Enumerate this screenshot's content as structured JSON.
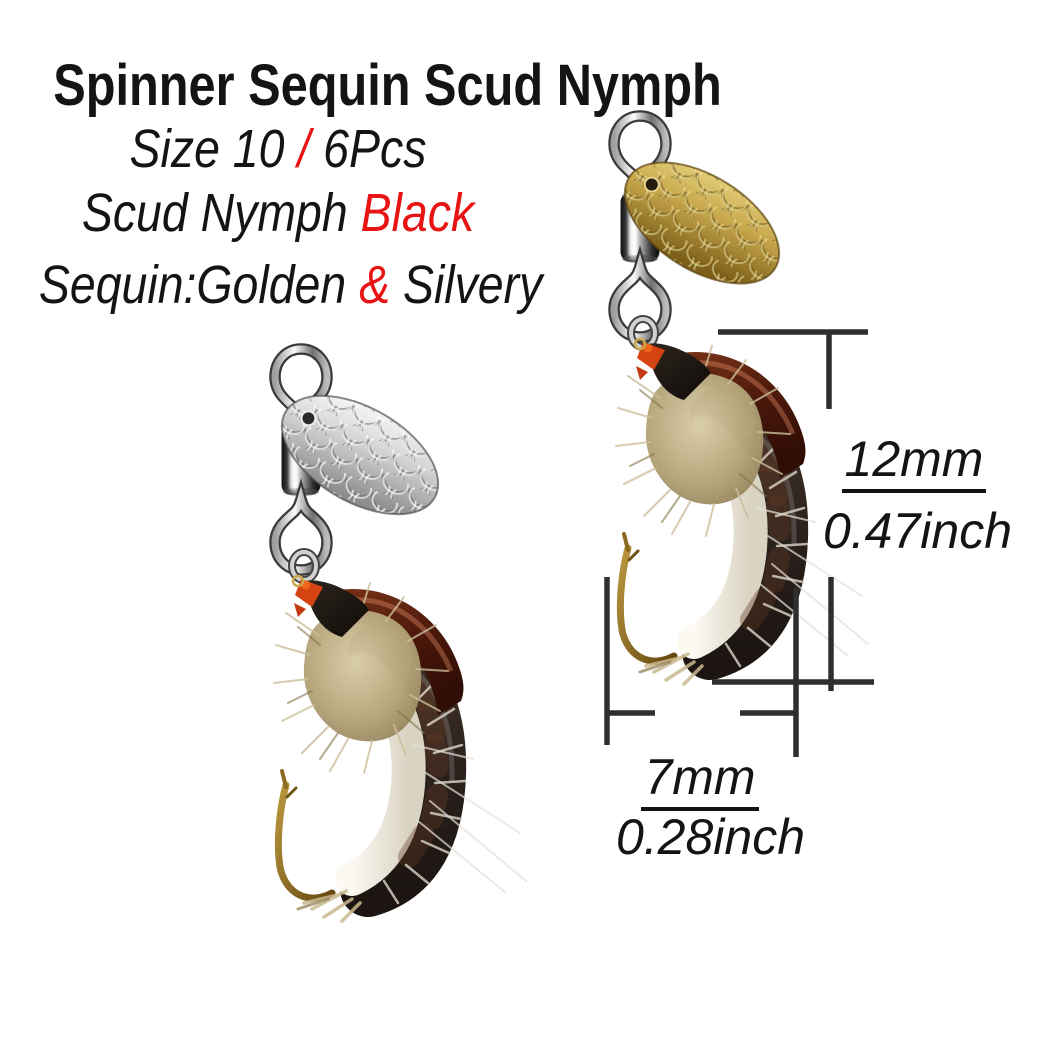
{
  "product": {
    "title": "Spinner Sequin Scud Nymph",
    "size_line": {
      "pre": "Size 10 ",
      "red": "/",
      "post": " 6Pcs"
    },
    "type_line": {
      "pre": "Scud Nymph ",
      "red": "Black",
      "post": ""
    },
    "sequin_line": {
      "pre": "Sequin:Golden ",
      "red": "&",
      "post": " Silvery"
    }
  },
  "measurements": {
    "length": {
      "metric": "12mm",
      "imperial": "0.47inch"
    },
    "width": {
      "metric": "7mm",
      "imperial": "0.28inch"
    }
  },
  "colors": {
    "background": "#ffffff",
    "text": "#141414",
    "accent_red": "#e81414",
    "dimension_line": "#2f2f2f",
    "gold_blade": "#c9a94e",
    "silver_blade": "#d4d4d4"
  }
}
